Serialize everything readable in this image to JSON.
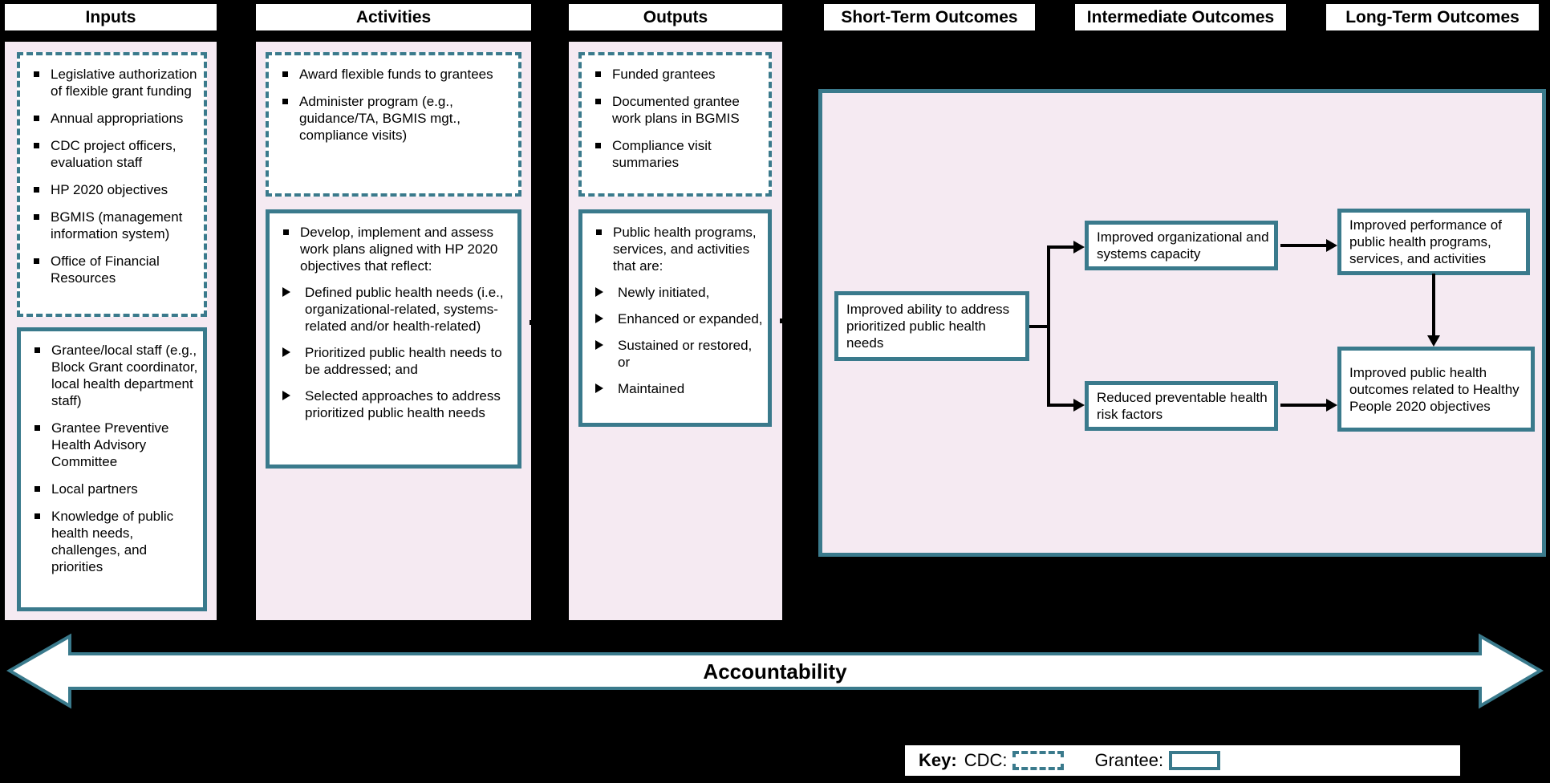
{
  "title_row": {
    "inputs": "Inputs",
    "activities": "Activities",
    "outputs": "Outputs",
    "short_term": "Short-Term Outcomes",
    "intermediate": "Intermediate Outcomes",
    "long_term": "Long-Term Outcomes"
  },
  "inputs": {
    "cdc_items": [
      "Legislative authorization of flexible grant funding",
      "Annual appropriations",
      "CDC project officers, evaluation staff",
      "HP 2020 objectives",
      "BGMIS (management information system)",
      "Office of Financial Resources"
    ],
    "grantee_items": [
      "Grantee/local staff (e.g., Block Grant coordinator, local health department staff)",
      "Grantee Preventive Health Advisory Committee",
      "Local partners",
      "Knowledge of public health needs, challenges, and priorities"
    ]
  },
  "activities": {
    "cdc_items": [
      "Award flexible funds to grantees",
      "Administer program (e.g., guidance/TA, BGMIS mgt., compliance visits)"
    ],
    "grantee_lead": "Develop, implement and assess work plans aligned with HP 2020 objectives that reflect:",
    "grantee_subitems": [
      "Defined public health needs (i.e., organizational-related, systems-related and/or health-related)",
      "Prioritized public health needs to be addressed; and",
      "Selected approaches to address prioritized public health needs"
    ]
  },
  "outputs": {
    "cdc_items": [
      "Funded grantees",
      "Documented grantee work plans in BGMIS",
      "Compliance visit summaries"
    ],
    "grantee_lead": "Public health programs, services, and activities that are:",
    "grantee_subitems": [
      "Newly initiated,",
      "Enhanced or expanded,",
      "Sustained or restored, or",
      "Maintained"
    ]
  },
  "outcomes": {
    "short_term": "Improved ability to address prioritized public health needs",
    "intermediate_top": "Improved organizational and systems capacity",
    "intermediate_bottom": "Reduced preventable health risk factors",
    "long_term_top": "Improved performance of public health programs, services, and activities",
    "long_term_bottom": "Improved public health outcomes related to Healthy People 2020 objectives"
  },
  "accountability_label": "Accountability",
  "key": {
    "title": "Key:",
    "cdc_label": "CDC:",
    "grantee_label": "Grantee:"
  },
  "colors": {
    "teal_border": "#3A7A8C",
    "column_pink": "#F5EAF2",
    "background": "#000000",
    "box_fill": "#FFFFFF",
    "connector_black": "#000000"
  }
}
